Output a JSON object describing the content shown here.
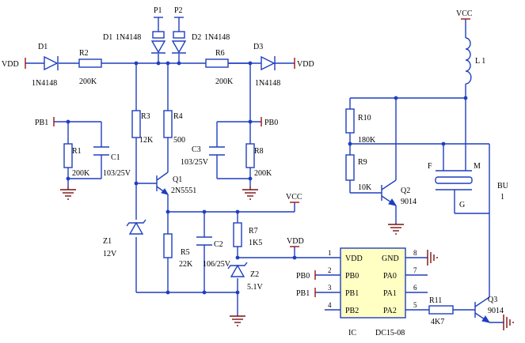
{
  "power": {
    "vdd_left": "VDD",
    "vdd_right": "VDD",
    "vdd_ic": "VDD",
    "vcc_mid": "VCC",
    "vcc_top": "VCC"
  },
  "ports": {
    "pb1_left": "PB1",
    "pb0_right": "PB0",
    "pb0_ic": "PB0",
    "pb1_ic": "PB1"
  },
  "components": {
    "d1": {
      "ref": "D1",
      "value": "1N4148"
    },
    "d1_top": {
      "ref": "D1",
      "value": "1N4148"
    },
    "d2_top": {
      "ref": "D2",
      "value": "1N4148"
    },
    "d3": {
      "ref": "D3",
      "value": "1N4148"
    },
    "p1": "P1",
    "p2": "P2",
    "r1": {
      "ref": "R1",
      "value": "200K"
    },
    "r2": {
      "ref": "R2",
      "value": "200K"
    },
    "r3": {
      "ref": "R3",
      "value": "12K"
    },
    "r4": {
      "ref": "R4",
      "value": "500"
    },
    "r5": {
      "ref": "R5",
      "value": "22K"
    },
    "r6": {
      "ref": "R6",
      "value": "200K"
    },
    "r7": {
      "ref": "R7",
      "value": "1K5"
    },
    "r8": {
      "ref": "R8",
      "value": "200K"
    },
    "r9": {
      "ref": "R9",
      "value": "10K"
    },
    "r10": {
      "ref": "R10",
      "value": "180K"
    },
    "r11": {
      "ref": "R11",
      "value": "4K7"
    },
    "c1": {
      "ref": "C1",
      "value": "103/25V"
    },
    "c2": {
      "ref": "C2",
      "value": "106/25V"
    },
    "c3": {
      "ref": "C3",
      "value": "103/25V"
    },
    "q1": {
      "ref": "Q1",
      "value": "2N5551"
    },
    "q2": {
      "ref": "Q2",
      "value": "9014"
    },
    "q3": {
      "ref": "Q3",
      "value": "9014"
    },
    "z1": {
      "ref": "Z1",
      "value": "12V"
    },
    "z2": {
      "ref": "Z2",
      "value": "5.1V"
    },
    "l1": "L 1",
    "bu": {
      "ref": "BU",
      "value": "1"
    },
    "buzzer_f": "F",
    "buzzer_m": "M",
    "buzzer_g": "G"
  },
  "ic": {
    "ref": "IC",
    "value": "DC15-08",
    "pins_left": [
      {
        "num": "1",
        "name": "VDD"
      },
      {
        "num": "2",
        "name": "PB0"
      },
      {
        "num": "3",
        "name": "PB1"
      },
      {
        "num": "4",
        "name": "PB2"
      }
    ],
    "pins_right": [
      {
        "num": "8",
        "name": "GND"
      },
      {
        "num": "7",
        "name": "PA0"
      },
      {
        "num": "6",
        "name": "PA1"
      },
      {
        "num": "5",
        "name": "PA2"
      }
    ]
  }
}
